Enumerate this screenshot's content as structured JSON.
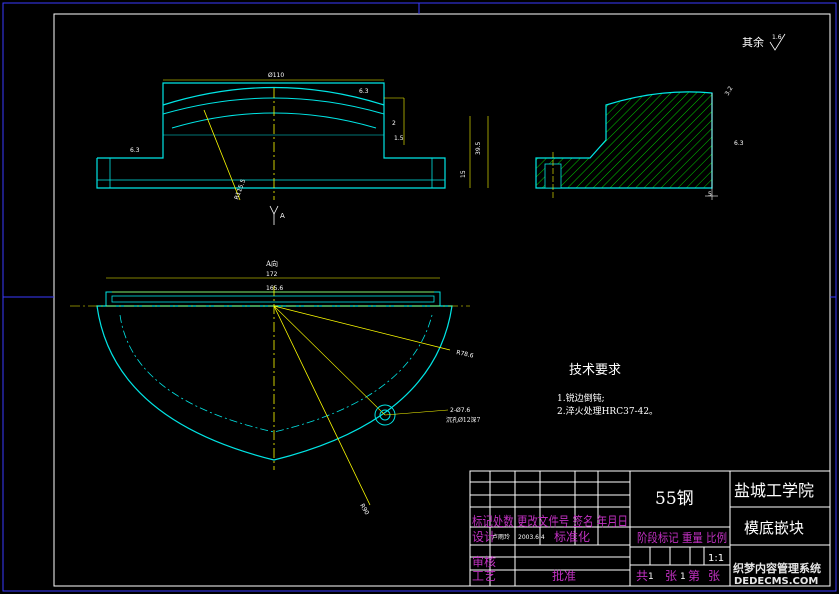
{
  "drawing": {
    "roughness_note": "其余",
    "roughness_main": "6.3",
    "roughness_side": "1.6",
    "roughness_left": "6.3",
    "roughness_right_side": "6.3",
    "roughness_right_top": "3.2",
    "section_label": "A向",
    "view_arrow_label": "A",
    "dimensions": {
      "top_width": "Ø110",
      "height_total": "39.5",
      "height_lower": "15",
      "step": "2",
      "step2": "1.5",
      "arc_radius": "R115.5",
      "plan_width_outer": "172",
      "plan_width_inner": "165.6",
      "plan_radius": "R78.6",
      "plan_radius_2": "R90",
      "hole_note_1": "2-Ø7.6",
      "hole_note_2": "沉孔Ø12深7",
      "section_width": "5"
    }
  },
  "tech_requirements": {
    "title": "技术要求",
    "items": [
      "1.锐边倒钝;",
      "2.淬火处理HRC37-42。"
    ]
  },
  "title_block": {
    "material": "55钢",
    "school": "盐城工学院",
    "part_name": "模底嵌块",
    "row_labels": "标记处数 更改文件号 签名 年月日",
    "designer": "设计",
    "designer_name": "卢雨玲",
    "design_date": "2003.6.4",
    "standardize": "标准化",
    "stage_labels": "阶段标记 重量 比例",
    "scale": "1:1",
    "reviewer": "审核",
    "process": "工艺",
    "approve": "批准",
    "sheet_total": "共",
    "sheet_total_num": "1",
    "sheet_total_unit": "张",
    "sheet_num": "1",
    "sheet_label": "第",
    "sheet_unit": "张"
  },
  "watermark": {
    "line1": "织梦内容管理系统",
    "line2": "DEDECMS.COM"
  }
}
